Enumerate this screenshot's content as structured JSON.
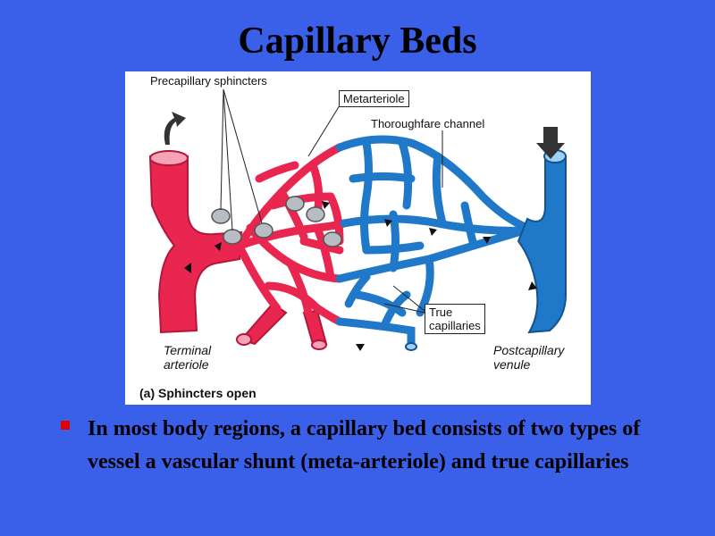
{
  "slide": {
    "title": "Capillary Beds",
    "bullet": "In most body regions, a capillary bed consists of two types of vessel a vascular shunt (meta-arteriole) and true capillaries"
  },
  "figure": {
    "labels": {
      "precapillary_sphincters": "Precapillary sphincters",
      "metarteriole": "Metarteriole",
      "thoroughfare_channel": "Thoroughfare channel",
      "true_capillaries_line1": "True",
      "true_capillaries_line2": "capillaries",
      "terminal_arteriole_line1": "Terminal",
      "terminal_arteriole_line2": "arteriole",
      "postcapillary_venule_line1": "Postcapillary",
      "postcapillary_venule_line2": "venule",
      "caption": "(a) Sphincters open"
    },
    "colors": {
      "arterial": "#e8264f",
      "venous": "#1f78c8",
      "sphincter": "#b8bcc4",
      "background": "#3a5fe8",
      "bullet": "#e10000"
    }
  }
}
